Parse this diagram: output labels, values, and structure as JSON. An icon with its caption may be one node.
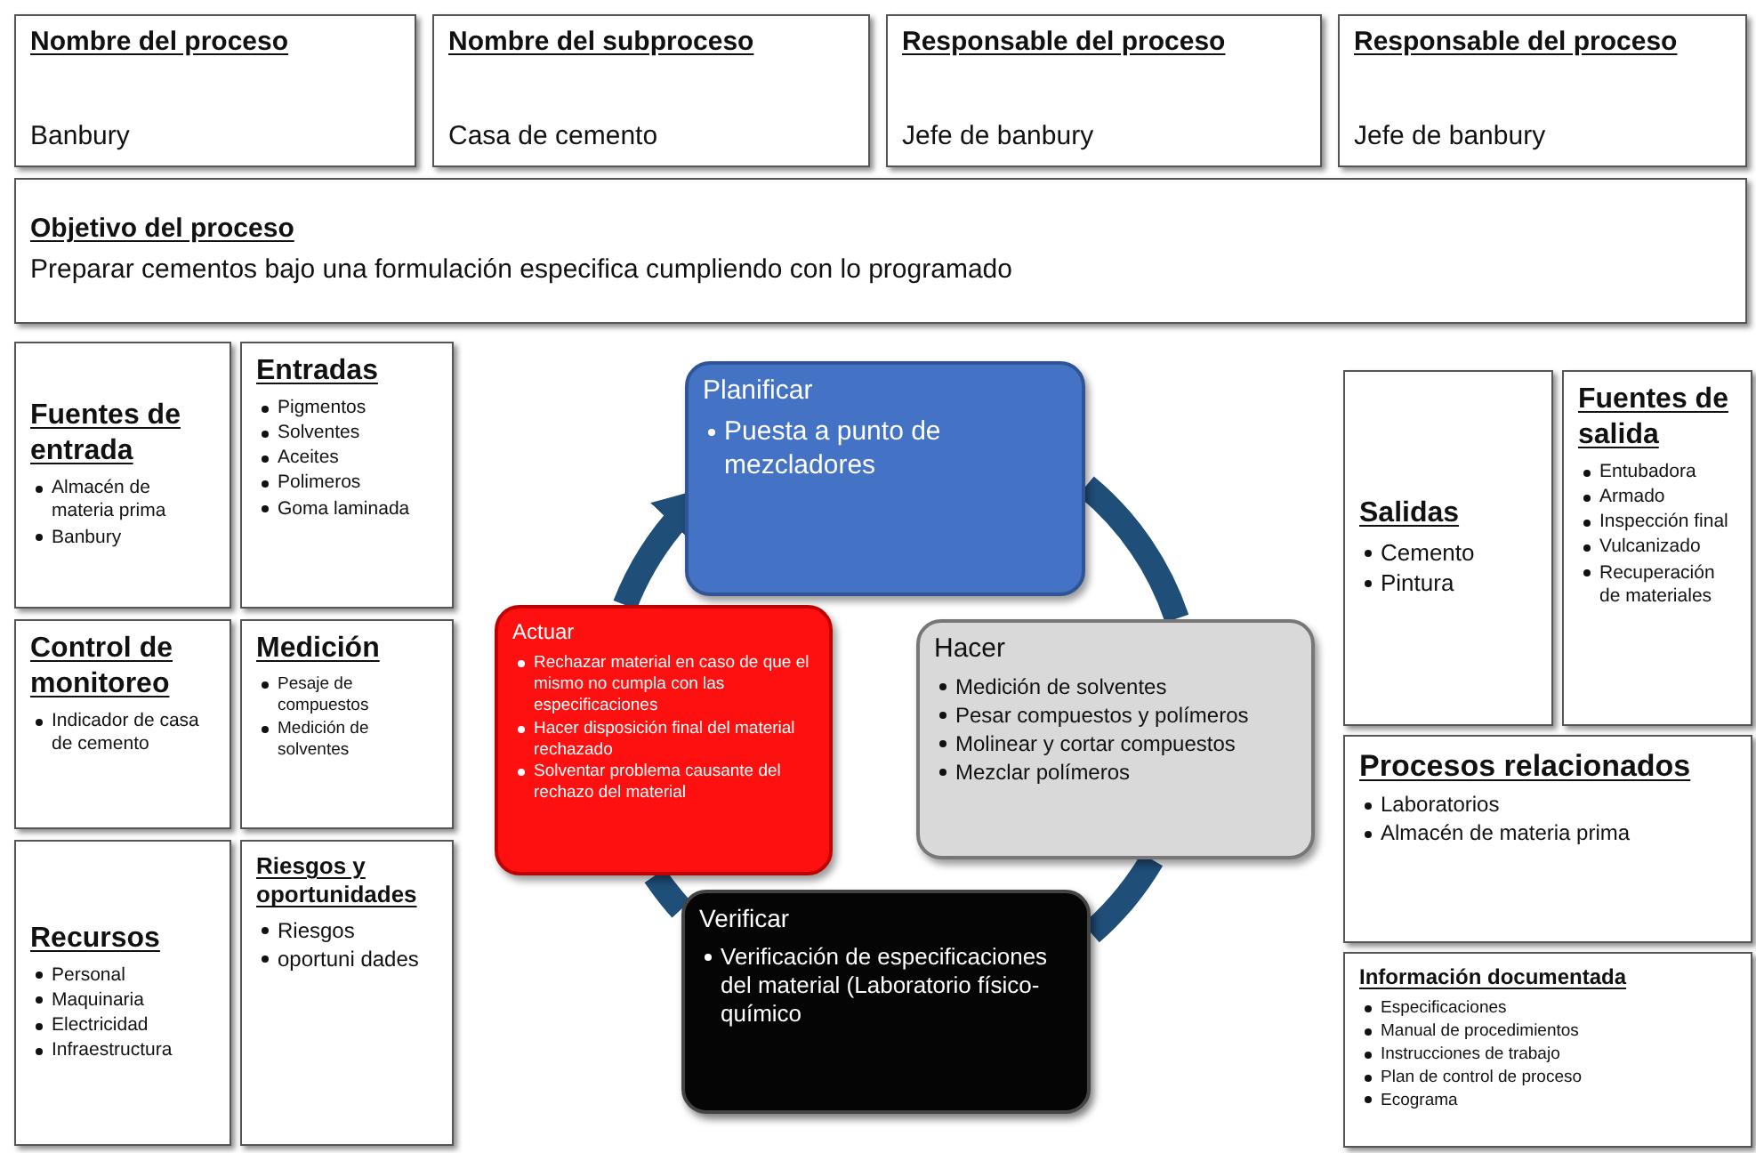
{
  "diagram": {
    "nodes": [
      {
        "text": [
          "Nombre del proceso",
          "Banbury"
        ]
      },
      {
        "text": [
          "Nombre del subproceso",
          "Casa de cemento"
        ]
      },
      {
        "text": [
          "Responsable del proceso",
          "Jefe de banbury"
        ]
      },
      {
        "text": [
          "Responsable del proceso",
          "Jefe de banbury"
        ]
      },
      {
        "text": [
          "Objetivo del proceso",
          "Preparar cementos bajo una formulación especifica cumpliendo con lo programado"
        ]
      },
      {
        "text": [
          "Fuentes de entrada",
          "Almacén de materia prima",
          "Banbury"
        ]
      },
      {
        "text": [
          "Entradas",
          "Pigmentos",
          "Solventes",
          "Aceites",
          "Polimeros",
          "Goma laminada"
        ]
      },
      {
        "text": [
          "Planificar",
          "Puesta a punto de mezcladores"
        ]
      },
      {
        "text": [
          "Salidas",
          "Cemento",
          "Pintura"
        ]
      },
      {
        "text": [
          "Fuentes de salida",
          "Entubadora",
          "Armado",
          "Inspección final",
          "Vulcanizado",
          "Recuperación de materiales"
        ]
      },
      {
        "text": [
          "Control de monitoreo",
          "Indicador de casa de cemento"
        ]
      },
      {
        "text": [
          "Medición",
          "Pesaje de compuestos",
          "Medición de solventes"
        ]
      },
      {
        "text": [
          "Actuar",
          "Rechazar material en caso de que el mismo no cumpla con las especificaciones",
          "Hacer disposición final del material rechazado",
          "Solventar problema causante del rechazo del material"
        ]
      },
      {
        "text": [
          "Hacer",
          "Medición de solventes",
          "Pesar compuestos y polímeros",
          "Molinear y cortar compuestos",
          "Mezclar polímeros"
        ]
      },
      {
        "text": [
          "Procesos relacionados",
          "Laboratorios",
          "Almacén de materia prima"
        ]
      },
      {
        "text": [
          "Recursos",
          "Personal",
          "Maquinaria",
          "Electricidad",
          "Infraestructura"
        ]
      },
      {
        "text": [
          "Riesgos y oportunidades",
          "Riesgos",
          "oportuni dades"
        ]
      },
      {
        "text": [
          "Verificar",
          "Verificación de especificaciones del material (Laboratorio físico-químico"
        ]
      },
      {
        "text": [
          "Información documentada",
          "Especificaciones",
          "Manual de procedimientos",
          "Instrucciones de trabajo",
          "Plan de control de proceso",
          "Ecograma"
        ]
      }
    ],
    "edges": [
      {
        "from": 7,
        "to": 13,
        "arrow": "none"
      },
      {
        "from": 13,
        "to": 17,
        "arrow": "none"
      },
      {
        "from": 17,
        "to": 12,
        "arrow": "none"
      },
      {
        "from": 12,
        "to": 7,
        "arrow": "to"
      }
    ]
  }
}
